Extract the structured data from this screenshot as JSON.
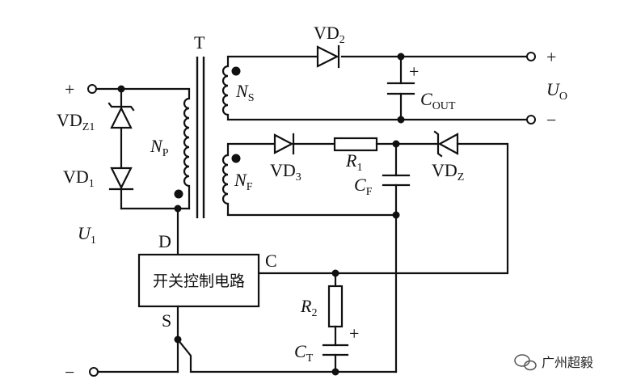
{
  "labels": {
    "transformer": "T",
    "vd2": "VD",
    "vd2_sub": "2",
    "plus_out": "+",
    "minus_out": "−",
    "uo": "U",
    "uo_sub": "O",
    "ns": "N",
    "ns_sub": "S",
    "cout": "C",
    "cout_sub": "OUT",
    "cout_plus": "+",
    "plus_in": "+",
    "minus_in": "−",
    "vdz1": "VD",
    "vdz1_sub": "Z1",
    "vd1": "VD",
    "vd1_sub": "1",
    "np": "N",
    "np_sub": "P",
    "nf": "N",
    "nf_sub": "F",
    "vd3": "VD",
    "vd3_sub": "3",
    "r1": "R",
    "r1_sub": "1",
    "cf": "C",
    "cf_sub": "F",
    "vdz": "VD",
    "vdz_sub": "Z",
    "u1": "U",
    "u1_sub": "1",
    "d_pin": "D",
    "c_pin": "C",
    "s_pin": "S",
    "control_block": "开关控制电路",
    "r2": "R",
    "r2_sub": "2",
    "ct": "C",
    "ct_sub": "T",
    "ct_plus": "+"
  },
  "watermark": {
    "text": "广州超毅",
    "icon": "wechat-icon"
  }
}
